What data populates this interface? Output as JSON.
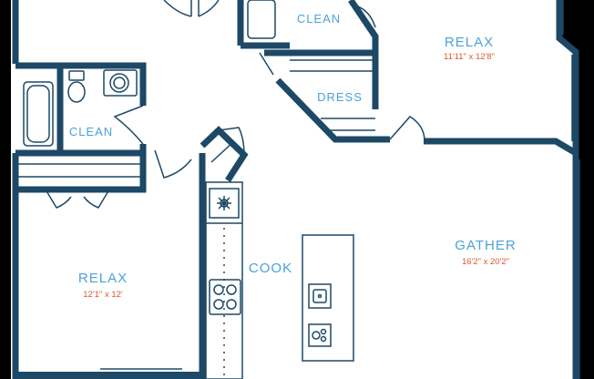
{
  "colors": {
    "wall": "#1d4866",
    "floor": "#ffffff",
    "label": "#4aa3d8",
    "dimension": "#e0552f",
    "background": "#000000"
  },
  "rooms": {
    "relax_top": {
      "name": "RELAX",
      "size": "11'11\" x 12'8\""
    },
    "gather": {
      "name": "GATHER",
      "size": "16'2\" x 20'2\""
    },
    "relax_left": {
      "name": "RELAX",
      "size": "12'1\" x 12'"
    },
    "clean_top": {
      "name": "CLEAN"
    },
    "clean_left": {
      "name": "CLEAN"
    },
    "dress": {
      "name": "DRESS"
    },
    "cook": {
      "name": "COOK"
    }
  },
  "icons": [
    "bathtub-icon",
    "toilet-icon",
    "sink-icon",
    "stove-icon",
    "appliance-icon"
  ]
}
